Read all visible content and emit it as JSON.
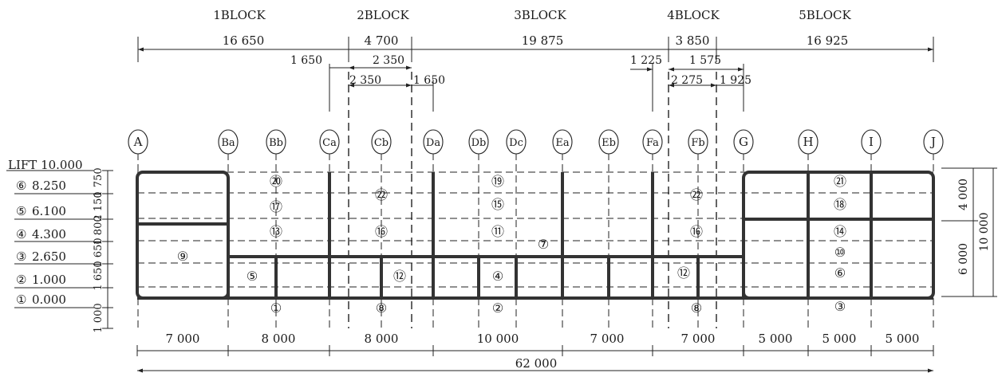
{
  "blocks": [
    {
      "label": "1BLOCK",
      "width": "16 650"
    },
    {
      "label": "2BLOCK",
      "width": "4 700"
    },
    {
      "label": "3BLOCK",
      "width": "19 875"
    },
    {
      "label": "4BLOCK",
      "width": "3 850"
    },
    {
      "label": "5BLOCK",
      "width": "16 925"
    }
  ],
  "offsets": [
    "1 650",
    "2 350",
    "2 350",
    "1 650",
    "1 225",
    "1 575",
    "2 275",
    "1 925"
  ],
  "grid_lines": [
    "A",
    "Ba",
    "Bb",
    "Ca",
    "Cb",
    "Da",
    "Db",
    "Dc",
    "Ea",
    "Eb",
    "Fa",
    "Fb",
    "G",
    "H",
    "I",
    "J"
  ],
  "levels": [
    {
      "label": "LIFT 10.000"
    },
    {
      "num": "⑥",
      "label": "8.250"
    },
    {
      "num": "⑤",
      "label": "6.100"
    },
    {
      "num": "④",
      "label": "4.300"
    },
    {
      "num": "③",
      "label": "2.650"
    },
    {
      "num": "②",
      "label": "1.000"
    },
    {
      "num": "①",
      "label": "0.000"
    }
  ],
  "level_gaps": [
    "1 750",
    "2 150",
    "1 800",
    "1 650",
    "1 650",
    "1 000"
  ],
  "lift_numbers": [
    "①",
    "②",
    "③",
    "④",
    "⑤",
    "⑥",
    "⑦",
    "⑧",
    "⑧",
    "⑨",
    "⑩",
    "⑪",
    "⑫",
    "⑫",
    "⑬",
    "⑭",
    "⑮",
    "⑯",
    "⑯",
    "⑰",
    "⑱",
    "⑲",
    "⑳",
    "㉑",
    "㉒",
    "㉒"
  ],
  "spans": [
    "7 000",
    "8 000",
    "8 000",
    "10 000",
    "7 000",
    "7 000",
    "5 000",
    "5 000",
    "5 000"
  ],
  "total_length": "62 000",
  "right_dims": [
    "4 000",
    "6 000",
    "10 000"
  ]
}
